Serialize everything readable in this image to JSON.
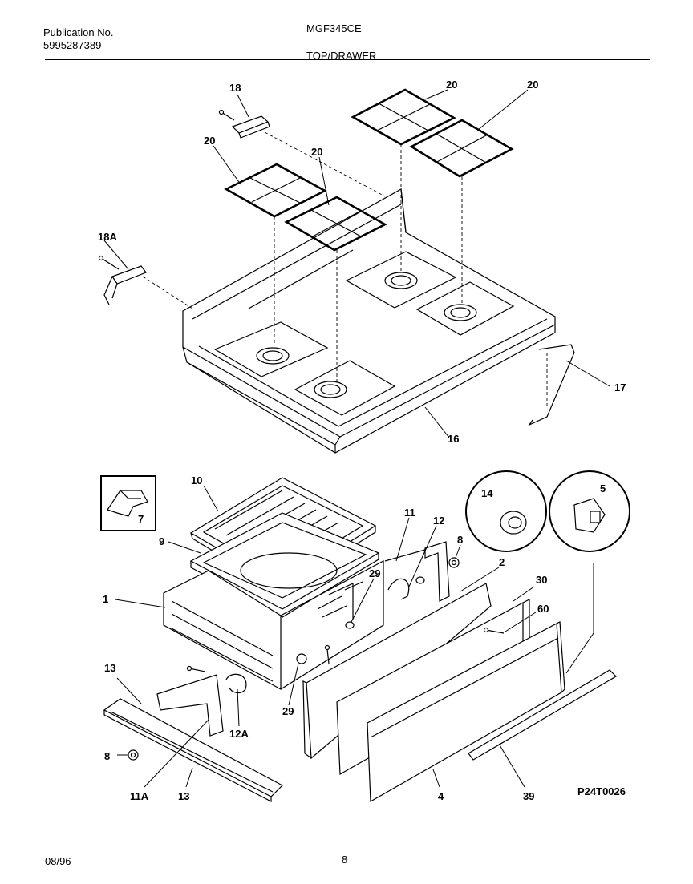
{
  "header": {
    "publication_label": "Publication No.",
    "publication_number": "5995287389",
    "model": "MGF345CE",
    "section_title": "TOP/DRAWER"
  },
  "footer": {
    "date": "08/96",
    "page_number": "8"
  },
  "diagram": {
    "figure_id": "P24T0026",
    "callouts": {
      "c18": "18",
      "c18A": "18A",
      "c20a": "20",
      "c20b": "20",
      "c20c": "20",
      "c20d": "20",
      "c17": "17",
      "c16": "16",
      "c7": "7",
      "c10": "10",
      "c14": "14",
      "c5": "5",
      "c9": "9",
      "c11": "11",
      "c12": "12",
      "c8a": "8",
      "c29a": "29",
      "c2": "2",
      "c30": "30",
      "c60": "60",
      "c1": "1",
      "c13a": "13",
      "c12A": "12A",
      "c29b": "29",
      "c8b": "8",
      "c11A": "11A",
      "c13b": "13",
      "c4": "4",
      "c39": "39"
    }
  }
}
